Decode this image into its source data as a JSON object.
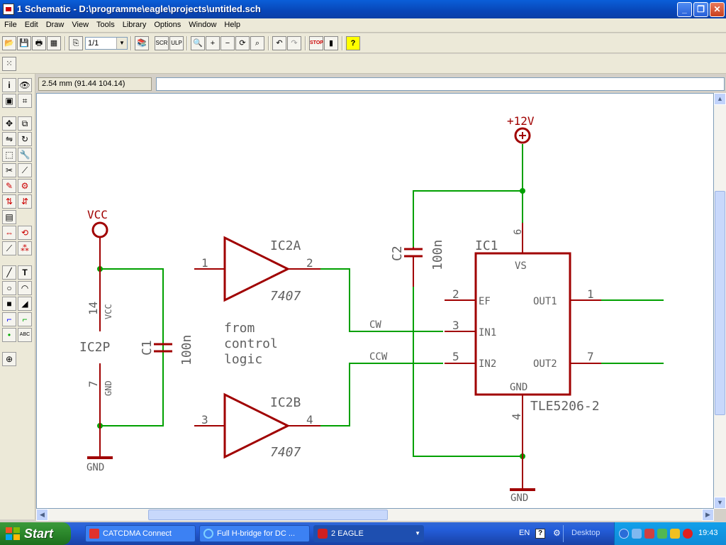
{
  "window": {
    "title": "1 Schematic - D:\\programme\\eagle\\projects\\untitled.sch"
  },
  "menu": [
    "File",
    "Edit",
    "Draw",
    "View",
    "Tools",
    "Library",
    "Options",
    "Window",
    "Help"
  ],
  "toolbar": {
    "sheet_value": "1/1"
  },
  "statusbar": {
    "coordinate": "2.54 mm (91.44 104.14)",
    "command": ""
  },
  "schematic": {
    "supplies": {
      "vcc": "VCC",
      "gnd_left": "GND",
      "v12": "+12V",
      "gnd_right": "GND"
    },
    "c1": {
      "name": "C1",
      "value": "100n"
    },
    "c2": {
      "name": "C2",
      "value": "100n"
    },
    "ic2p": {
      "name": "IC2P",
      "pin_vcc_num": "14",
      "pin_vcc_name": "VCC",
      "pin_gnd_num": "7",
      "pin_gnd_name": "GND"
    },
    "ic2a": {
      "name": "IC2A",
      "type": "7407",
      "in_pin": "1",
      "out_pin": "2"
    },
    "ic2b": {
      "name": "IC2B",
      "type": "7407",
      "in_pin": "3",
      "out_pin": "4"
    },
    "note": [
      "from",
      "control",
      "logic"
    ],
    "nets": {
      "cw": "CW",
      "ccw": "CCW"
    },
    "ic1": {
      "name": "IC1",
      "type": "TLE5206-2",
      "vs_name": "VS",
      "vs_num": "6",
      "ef_name": "EF",
      "ef_num": "2",
      "in1_name": "IN1",
      "in1_num": "3",
      "in2_name": "IN2",
      "in2_num": "5",
      "out1_name": "OUT1",
      "out1_num": "1",
      "out2_name": "OUT2",
      "out2_num": "7",
      "gnd_name": "GND",
      "gnd_num": "4"
    },
    "colors": {
      "component": "#a00000",
      "wire": "#00a000",
      "junction": "#00a000"
    }
  },
  "taskbar": {
    "start_label": "Start",
    "tasks": [
      {
        "label": "CATCDMA Connect",
        "icon": "catcdma-icon"
      },
      {
        "label": "Full H-bridge for DC ...",
        "icon": "internet-explorer-icon"
      },
      {
        "label": "2 EAGLE",
        "icon": "eagle-icon"
      }
    ],
    "language": "EN",
    "desktop_label": "Desktop",
    "clock": "19:43"
  }
}
